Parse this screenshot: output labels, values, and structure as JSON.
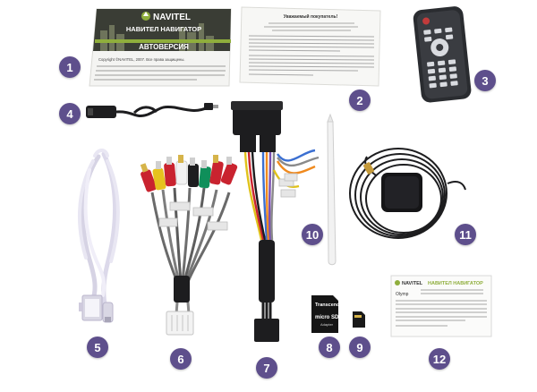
{
  "manual": {
    "brand": "NAVITEL",
    "title": "НАВИТЕЛ НАВИГАТОР",
    "subtitle": "АВТОВЕРСИЯ",
    "copyright": "Copyright ©NAVITEL, 2007. Все права защищены."
  },
  "leaflet": {
    "heading": "Уважаемый покупатель!"
  },
  "sd_adapter": {
    "brand": "Transcend",
    "label": "micro SD",
    "sublabel": "Adapter"
  },
  "card": {
    "brand": "NAVITEL",
    "title": "НАВИТЕЛ НАВИГАТОР",
    "subtitle": "Olymp"
  },
  "badges": [
    "1",
    "2",
    "3",
    "4",
    "5",
    "6",
    "7",
    "8",
    "9",
    "10",
    "11",
    "12"
  ],
  "colors": {
    "badge": "#5e4f8c",
    "manual_dark": "#3a3d35",
    "manual_green": "#8fae3c",
    "remote": "#2a2c30",
    "cable_black": "#1d1d1f",
    "usb_white": "#e9e7f3"
  }
}
